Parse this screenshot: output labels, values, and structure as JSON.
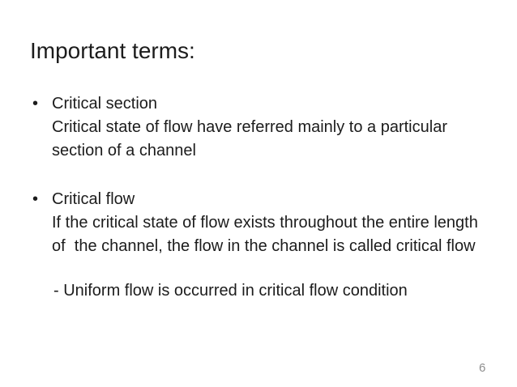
{
  "slide": {
    "title": "Important terms:",
    "bullets": [
      {
        "marker": "•",
        "heading": "Critical section",
        "body": "Critical state of flow have referred mainly to a particular section of a channel"
      },
      {
        "marker": "•",
        "heading": "Critical flow",
        "body": "If the critical state of flow exists throughout the entire length of  the channel, the flow in the channel is called critical flow"
      }
    ],
    "note": "- Uniform flow is occurred in critical flow condition",
    "page_number": "6",
    "colors": {
      "background": "#ffffff",
      "text": "#1c1c1c",
      "page_number": "#8e8e8e"
    }
  }
}
